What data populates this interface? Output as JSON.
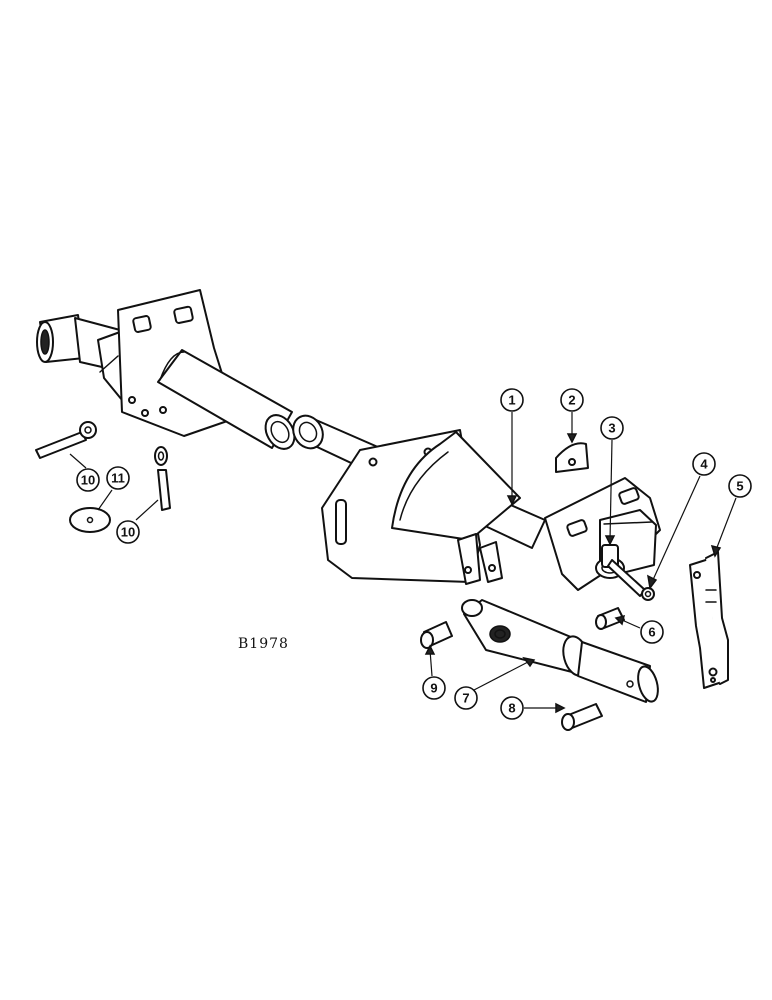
{
  "drawing_code": "B1978",
  "callouts": [
    {
      "id": "c1",
      "label": "1"
    },
    {
      "id": "c2",
      "label": "2"
    },
    {
      "id": "c3",
      "label": "3"
    },
    {
      "id": "c4",
      "label": "4"
    },
    {
      "id": "c5",
      "label": "5"
    },
    {
      "id": "c6",
      "label": "6"
    },
    {
      "id": "c7",
      "label": "7"
    },
    {
      "id": "c8",
      "label": "8"
    },
    {
      "id": "c9",
      "label": "9"
    },
    {
      "id": "c10a",
      "label": "10"
    },
    {
      "id": "c11",
      "label": "11"
    },
    {
      "id": "c10b",
      "label": "10"
    }
  ]
}
